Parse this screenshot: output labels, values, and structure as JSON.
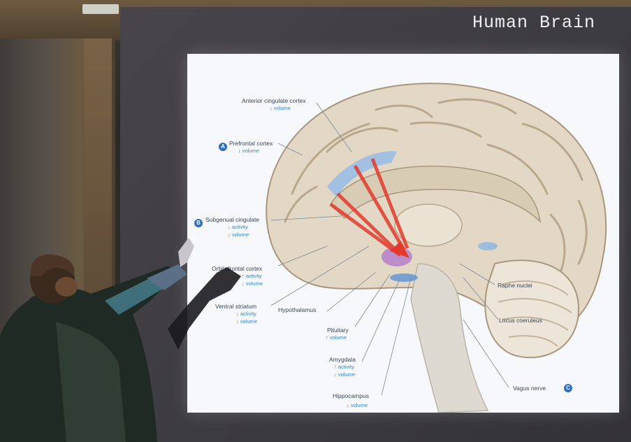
{
  "screen": {
    "title": "Human Brain"
  },
  "slide": {
    "labels": {
      "anterior_cingulate": "Anterior cingulate cortex",
      "anterior_cingulate_sub": "↓ volume",
      "prefrontal": "Prefrontal cortex",
      "prefrontal_sub": "↓ volume",
      "subgenual": "Subgenual cingulate",
      "subgenual_sub1": "↓ activity",
      "subgenual_sub2": "↓ volume",
      "orbitofrontal": "Orbitofrontal cortex",
      "orbitofrontal_sub1": "↑ activity",
      "orbitofrontal_sub2": "↓ volume",
      "striatum": "Ventral striatum",
      "striatum_sub1": "↓ activity",
      "striatum_sub2": "↓ volume",
      "hypothalamus": "Hypothalamus",
      "pituitary": "Pituitary",
      "pituitary_sub": "↑ volume",
      "amygdala": "Amygdala",
      "amygdala_sub1": "↑ activity",
      "amygdala_sub2": "↓ volume",
      "hippocampus": "Hippocampus",
      "hippocampus_sub": "↓ volume",
      "raphe": "Raphe nuclei",
      "locus": "Locus coeruleus",
      "vagus": "Vagus nerve"
    },
    "badges": {
      "a": "A",
      "b": "B",
      "c": "C"
    }
  },
  "colors": {
    "brain": "#e3d8c5",
    "brain_shadow": "#b7a68d",
    "highlight_blue": "#7fb0e6",
    "arrow_red": "#e33a2c",
    "badge_blue": "#2d6fc4"
  }
}
